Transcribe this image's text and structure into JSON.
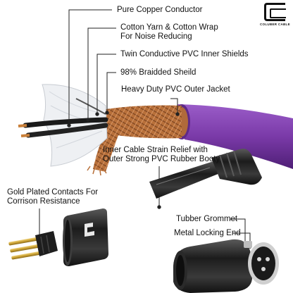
{
  "brand": {
    "name": "COLUBER CABLE"
  },
  "callouts": [
    {
      "id": "conductor",
      "lines": [
        "Pure Copper Conductor"
      ]
    },
    {
      "id": "cotton-wrap",
      "lines": [
        "Cotton Yarn & Cotton Wrap",
        "For Noise Reducing"
      ]
    },
    {
      "id": "inner-shields",
      "lines": [
        "Twin Conductive PVC Inner Shields"
      ]
    },
    {
      "id": "braided-shield",
      "lines": [
        "98% Braidded Sheild"
      ]
    },
    {
      "id": "outer-jacket",
      "lines": [
        "Heavy Duty PVC Outer Jacket"
      ]
    },
    {
      "id": "strain-relief",
      "lines": [
        "Inner Cable Strain Relief with",
        "Outer Strong PVC Rubber Booty"
      ]
    },
    {
      "id": "gold-contacts",
      "lines": [
        "Gold Plated Contacts For",
        "Corrison Resistance"
      ]
    },
    {
      "id": "grommet",
      "lines": [
        "Tubber Grommet"
      ]
    },
    {
      "id": "locking-end",
      "lines": [
        "Metal Locking End"
      ]
    }
  ],
  "colors": {
    "jacket": "#7a3aa8",
    "jacket_dark": "#4f1f76",
    "copper": "#b8703a",
    "metal": "#2a2a2a",
    "gold": "#c9a033"
  }
}
